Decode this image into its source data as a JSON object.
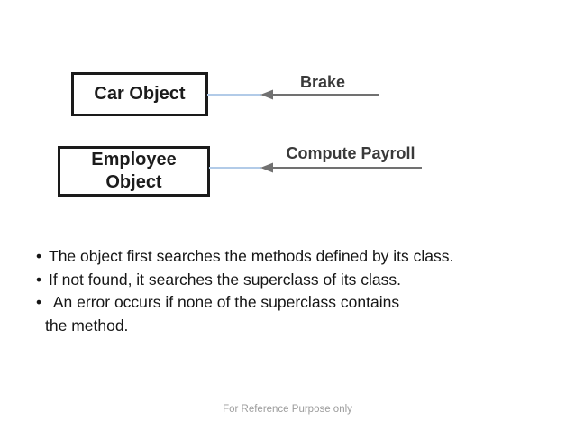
{
  "diagram": {
    "nodes": [
      {
        "label": "Car Object"
      },
      {
        "label": "Employee\nObject"
      }
    ],
    "arrows": [
      {
        "label": "Brake"
      },
      {
        "label": "Compute Payroll"
      }
    ]
  },
  "bullets": [
    {
      "text": "The object first searches the methods defined by its class."
    },
    {
      "text": "If not found, it searches the superclass of its class."
    },
    {
      "text": " An error occurs if none of the superclass contains",
      "continuation": "the method."
    }
  ],
  "footer": {
    "text": "For Reference Purpose only"
  },
  "ui": {
    "bullet_glyph": "•"
  },
  "colors": {
    "box_border": "#1a1a1a",
    "box_text": "#1c1c1c",
    "label_color": "#3a3a3a",
    "text_color": "#161616",
    "footer_color": "#9c9c9c",
    "connector_blue": "#b2cbe8",
    "arrow_gray": "#717171"
  }
}
